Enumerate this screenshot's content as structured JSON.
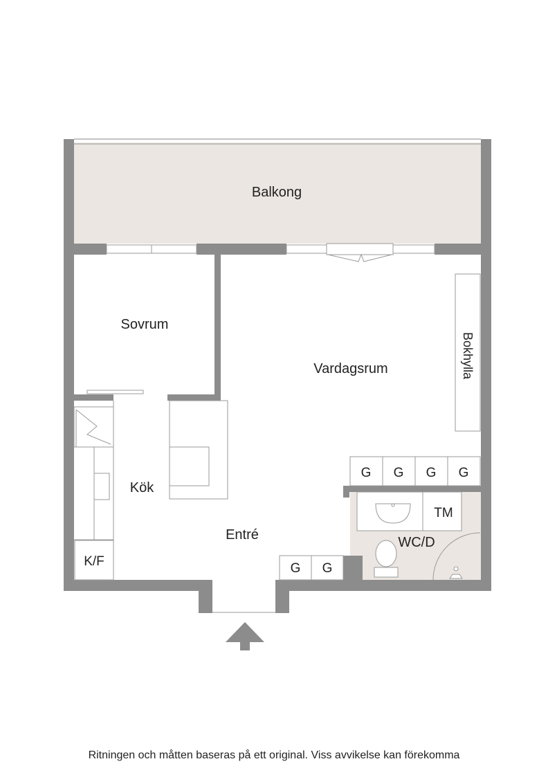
{
  "rooms": {
    "balcony": "Balkong",
    "bedroom": "Sovrum",
    "living_room": "Vardagsrum",
    "bookshelf": "Bokhylla",
    "kitchen": "Kök",
    "entrance": "Entré",
    "fridge_freezer": "K/F",
    "bathroom": "WC/D",
    "washing_machine": "TM",
    "wardrobe": "G"
  },
  "disclaimer": "Ritningen och måtten baseras på ett original. Viss avvikelse kan förekomma",
  "colors": {
    "wall": "#8c8c8c",
    "balcony_fill": "#ebe6e1",
    "bathroom_fill": "#ebe6e1",
    "line": "#9a9a9a",
    "text": "#222222"
  }
}
